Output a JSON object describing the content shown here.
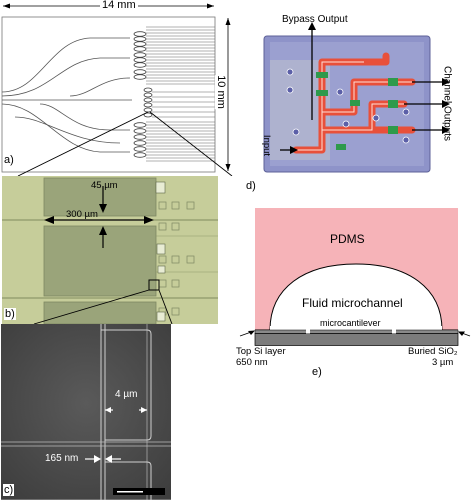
{
  "panels": {
    "a": {
      "letter": "a)",
      "width_label": "14 mm",
      "height_label": "10 mm"
    },
    "b": {
      "letter": "b)",
      "gap_label": "45 µm",
      "length_label": "300 µm"
    },
    "c": {
      "letter": "c)",
      "width_label": "4 µm",
      "gap_label": "165 nm"
    },
    "d": {
      "letter": "d)",
      "bypass_label": "Bypass Output",
      "channel_label": "Channel Outputs",
      "input_label": "Input"
    },
    "e": {
      "letter": "e)",
      "pdms_label": "PDMS",
      "fluid_label": "Fluid microchannel",
      "cantilever_label": "microcantilever",
      "top_si_label": "Top Si layer",
      "top_si_thickness": "650 nm",
      "buried_label": "Buried SiO₂",
      "buried_thickness": "3 µm"
    }
  },
  "colors": {
    "pdms": "#f6b3b8",
    "waveguide_red": "#e8503a",
    "chip_blue": "#8e93c9",
    "micro_green": "#c9cf9e",
    "sem_gray": "#505050"
  }
}
